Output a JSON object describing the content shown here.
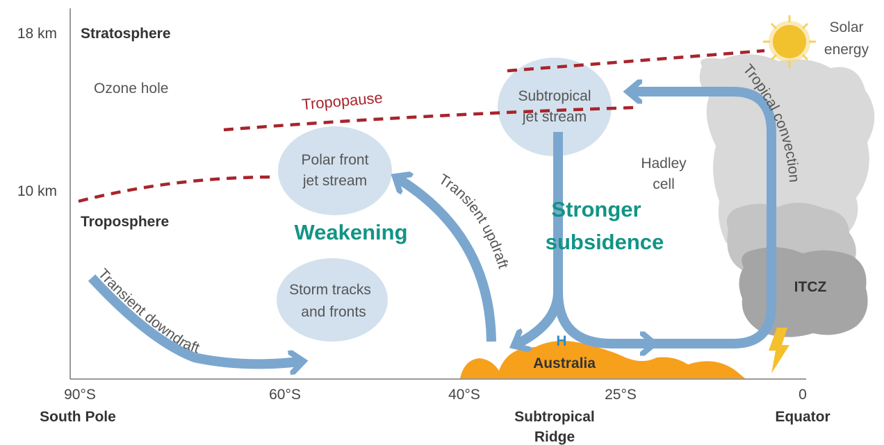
{
  "axes": {
    "y_labels": [
      "18 km",
      "10 km"
    ],
    "x_labels": [
      "90°S",
      "60°S",
      "40°S",
      "25°S",
      "0"
    ],
    "x_names": {
      "south_pole": "South Pole",
      "subtropical_ridge_line1": "Subtropical",
      "subtropical_ridge_line2": "Ridge",
      "equator": "Equator"
    }
  },
  "layers": {
    "stratosphere": "Stratosphere",
    "troposphere": "Troposphere",
    "ozone_hole": "Ozone hole",
    "tropopause": "Tropopause"
  },
  "features": {
    "polar_jet": [
      "Polar front",
      "jet stream"
    ],
    "subtropical_jet": [
      "Subtropical",
      "jet stream"
    ],
    "storm_tracks": [
      "Storm tracks",
      "and fronts"
    ],
    "hadley_cell": [
      "Hadley",
      "cell"
    ],
    "itcz": "ITCZ",
    "solar_energy": [
      "Solar",
      "energy"
    ],
    "high_pressure": "H",
    "australia": "Australia"
  },
  "flows": {
    "transient_downdraft": "Transient downdraft",
    "transient_updraft": "Transient updraft",
    "tropical_convection": "Tropical convection"
  },
  "emphasis": {
    "weakening": "Weakening",
    "stronger_subsidence": [
      "Stronger",
      "subsidence"
    ]
  },
  "colors": {
    "arrow": "#7ba7cf",
    "ellipse": "#d3e1ee",
    "tropopause": "#a8242c",
    "australia": "#f7a01c",
    "emphasis": "#129485",
    "cloud_light": "#d9d9d9",
    "cloud_mid": "#c4c4c4",
    "cloud_dark": "#a5a5a5",
    "sun": "#f2c12e",
    "lightning": "#f5c02c",
    "high_label": "#2c8bc9"
  }
}
